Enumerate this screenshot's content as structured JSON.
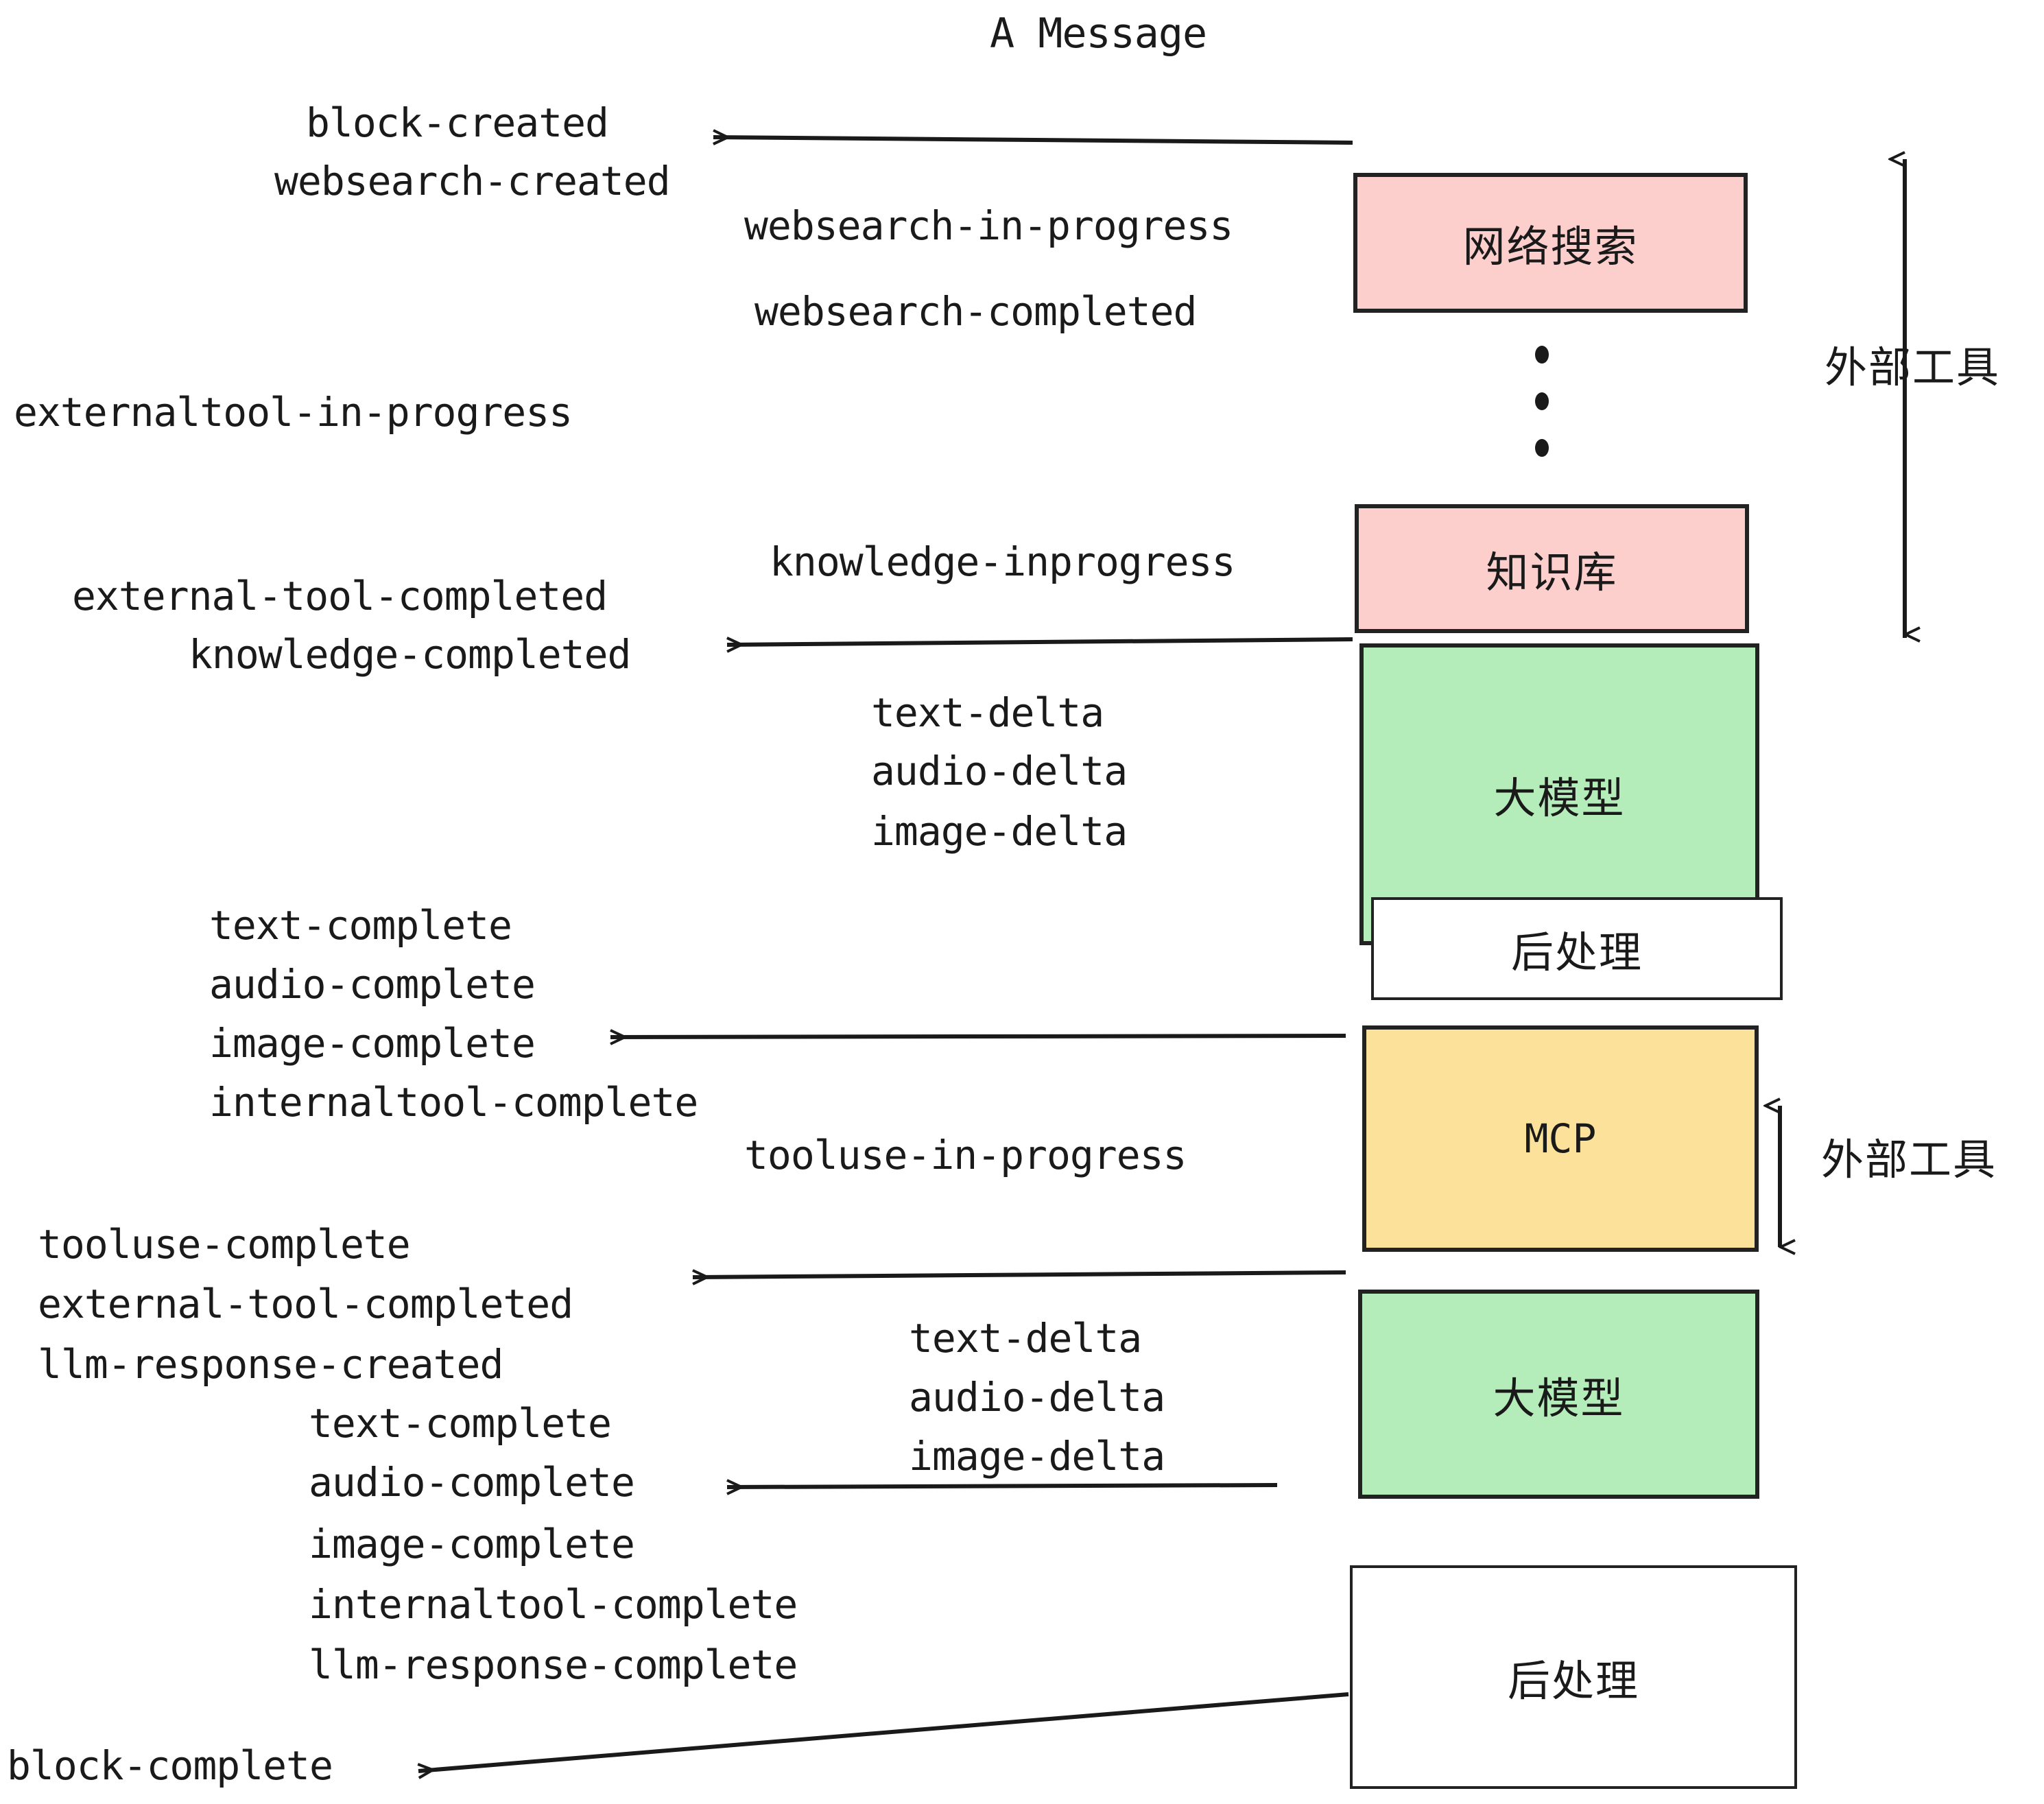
{
  "diagram": {
    "title": "A Message",
    "colors": {
      "pink": "#fccfcc",
      "green": "#b4edb9",
      "yellow": "#fbe19a",
      "white": "#ffffff",
      "stroke": "#222222",
      "text": "#1a1a1a"
    },
    "nodes": [
      {
        "id": "websearch",
        "label": "网络搜索",
        "fill": "pink"
      },
      {
        "id": "knowledge",
        "label": "知识库",
        "fill": "pink"
      },
      {
        "id": "llm-top",
        "label": "大模型",
        "fill": "green"
      },
      {
        "id": "postproc-top",
        "label": "后处理",
        "fill": "white"
      },
      {
        "id": "mcp",
        "label": "MCP",
        "fill": "yellow"
      },
      {
        "id": "llm-bottom",
        "label": "大模型",
        "fill": "green"
      },
      {
        "id": "postproc-bot",
        "label": "后处理",
        "fill": "white"
      }
    ],
    "side_annotations": [
      {
        "id": "external-tools-top",
        "label": "外部工具"
      },
      {
        "id": "external-tools-bottom",
        "label": "外部工具"
      }
    ],
    "ellipsis_dots": 3,
    "event_groups": [
      {
        "id": "block-start",
        "events": [
          "block-created",
          "websearch-created"
        ]
      },
      {
        "id": "websearch-events",
        "events": [
          "websearch-in-progress",
          "websearch-completed"
        ]
      },
      {
        "id": "externaltool-progress",
        "events": [
          "externaltool-in-progress"
        ]
      },
      {
        "id": "knowledge-progress",
        "events": [
          "knowledge-inprogress"
        ]
      },
      {
        "id": "knowledge-done",
        "events": [
          "external-tool-completed",
          "knowledge-completed"
        ]
      },
      {
        "id": "llm-deltas-top",
        "events": [
          "text-delta",
          "audio-delta",
          "image-delta"
        ]
      },
      {
        "id": "postproc-completes-top",
        "events": [
          "text-complete",
          "audio-complete",
          "image-complete",
          "internaltool-complete"
        ]
      },
      {
        "id": "tooluse-progress",
        "events": [
          "tooluse-in-progress"
        ]
      },
      {
        "id": "tooluse-done",
        "events": [
          "tooluse-complete",
          "external-tool-completed",
          "llm-response-created"
        ]
      },
      {
        "id": "llm-deltas-bottom",
        "events": [
          "text-delta",
          "audio-delta",
          "image-delta"
        ]
      },
      {
        "id": "postproc-completes-bottom",
        "events": [
          "text-complete",
          "audio-complete",
          "image-complete",
          "internaltool-complete",
          "llm-response-complete"
        ]
      },
      {
        "id": "block-end",
        "events": [
          "block-complete"
        ]
      }
    ]
  }
}
